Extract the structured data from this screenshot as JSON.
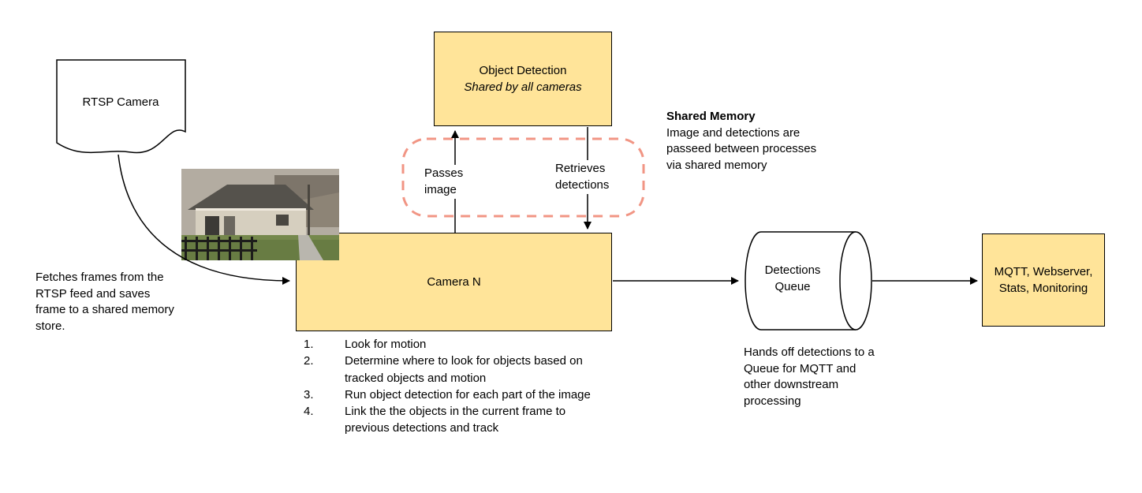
{
  "diagram": {
    "colors": {
      "node_fill": "#ffe499",
      "node_border": "#000000",
      "shared_memory_outline": "#f19584"
    },
    "rtsp": {
      "label": "RTSP Camera"
    },
    "fetch_note": "Fetches frames from the RTSP feed and saves frame to a shared memory store.",
    "object_detection": {
      "title": "Object Detection",
      "subtitle": "Shared by all cameras"
    },
    "passes_image_label": "Passes\nimage",
    "retrieves_detections_label": "Retrieves\ndetections",
    "shared_memory": {
      "title": "Shared Memory",
      "body": "Image and detections are passeed between processes via shared memory"
    },
    "camera": {
      "label": "Camera N",
      "steps": [
        "Look for motion",
        "Determine where to look for objects based on tracked objects and motion",
        "Run object detection for each part of the image",
        "Link the the objects in the current frame to previous detections and track"
      ]
    },
    "queue": {
      "label": "Detections Queue",
      "note": "Hands off detections to a Queue for MQTT and other downstream processing"
    },
    "outputs": {
      "label": "MQTT, Webserver, Stats, Monitoring"
    }
  }
}
